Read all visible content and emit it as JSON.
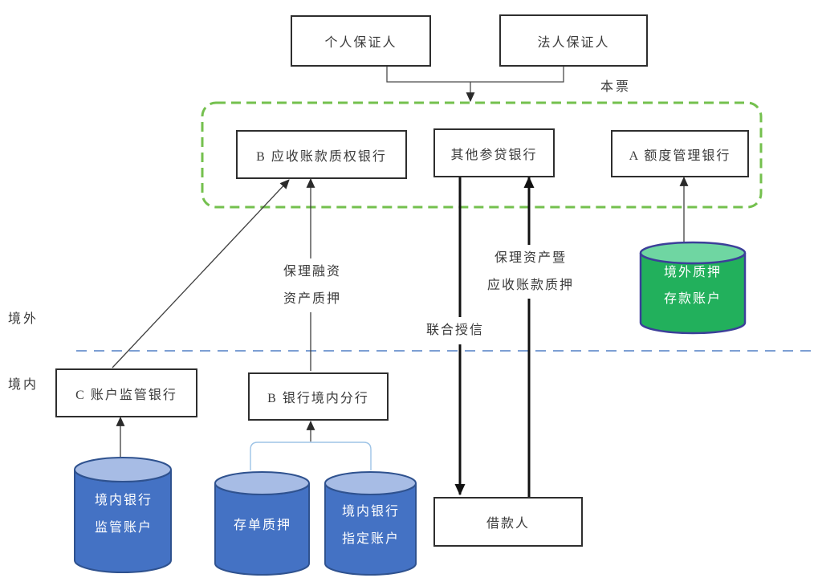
{
  "diagram": {
    "title": "cross-border-factoring-structure",
    "region_labels": {
      "overseas": "境外",
      "domestic": "境内"
    },
    "nodes": {
      "personal_guarantor": "个人保证人",
      "corporate_guarantor": "法人保证人",
      "bank_b_receivables_pledge": "B 应收账款质权银行",
      "other_participating_banks": "其他参贷银行",
      "bank_a_quota_management": "A 额度管理银行",
      "bank_c_account_supervision": "C 账户监管银行",
      "bank_b_domestic_branch": "B 银行境内分行",
      "borrower": "借款人"
    },
    "cylinders": {
      "overseas_pledged_deposit_account": "境外质押\n存款账户",
      "domestic_bank_supervision_account": "境内银行\n监管账户",
      "certificate_deposit_pledge": "存单质押",
      "domestic_bank_designated_account": "境内银行\n指定账户"
    },
    "edge_labels": {
      "promissory_note": "本票",
      "factoring_financing_asset_pledge": "保理融资\n资产质押",
      "factoring_assets_receivables_pledge": "保理资产暨\n应收账款质押",
      "joint_credit": "联合授信"
    },
    "colors": {
      "group_dash_green": "#74c04e",
      "boundary_dash_blue": "#7d9fd3",
      "bracket_blue": "#9dc3e6",
      "cylinder_blue_body": "#4472c4",
      "cylinder_blue_top": "#a7bce5",
      "cylinder_blue_border": "#2f528f",
      "cylinder_green_body": "#22b05c",
      "cylinder_green_top": "#6fd6a2",
      "cylinder_green_border": "#3c3f99",
      "line_thin": "#3f3f3f",
      "line_thick": "#111111",
      "node_border": "#2e2e2e"
    }
  }
}
